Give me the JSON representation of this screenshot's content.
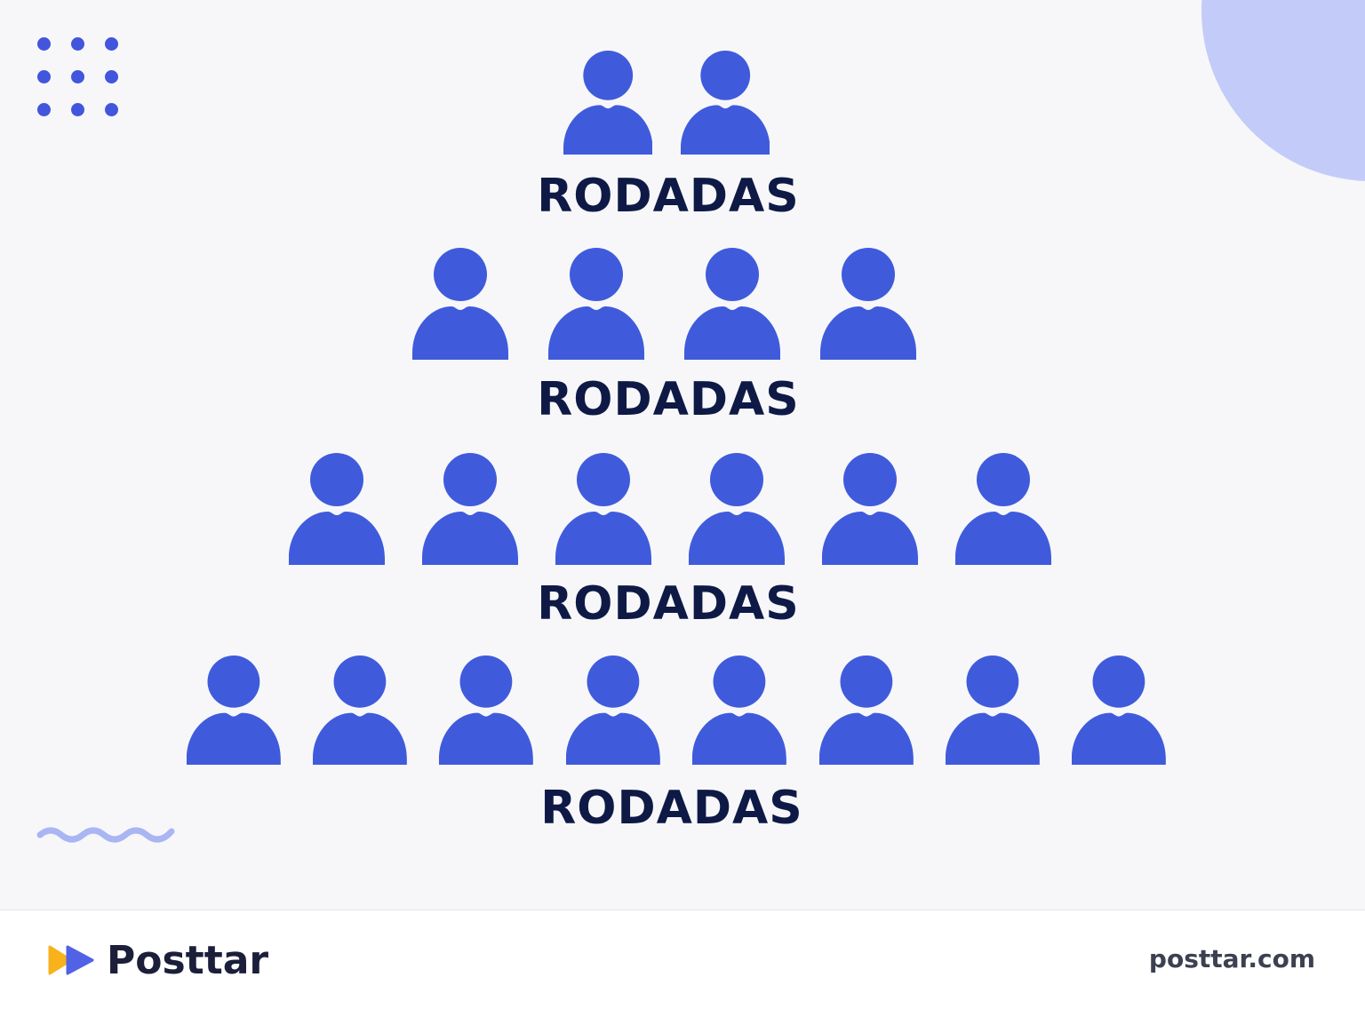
{
  "colors": {
    "background": "#f7f7f9",
    "person": "#3f5bdc",
    "label": "#0e1a45",
    "accent_circle": "#c3ccf8",
    "dots": "#4255dd",
    "wave": "#a9b6f3",
    "brand_yellow": "#f7b21c",
    "brand_blue": "#5162e6"
  },
  "tiers": [
    {
      "count": 2,
      "label": "RODADAS"
    },
    {
      "count": 4,
      "label": "RODADAS"
    },
    {
      "count": 6,
      "label": "RODADAS"
    },
    {
      "count": 8,
      "label": "RODADAS"
    }
  ],
  "footer": {
    "brand_name": "Posttar",
    "brand_icon": "fast-forward-icon",
    "site_url": "posttar.com"
  },
  "decorations": {
    "dot_grid": "dot-grid-icon",
    "wave": "wave-icon",
    "corner_circle": "quarter-circle"
  }
}
